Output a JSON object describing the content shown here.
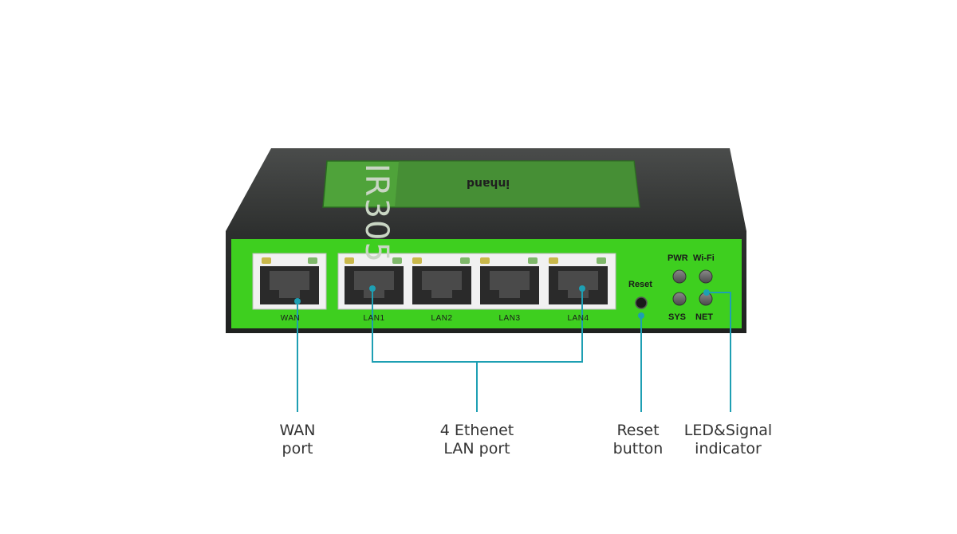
{
  "device": {
    "model": "IR305",
    "brand": "inhand"
  },
  "ports": [
    {
      "label": "WAN"
    },
    {
      "label": "LAN1"
    },
    {
      "label": "LAN2"
    },
    {
      "label": "LAN3"
    },
    {
      "label": "LAN4"
    }
  ],
  "reset_label": "Reset",
  "leds": {
    "pwr": "PWR",
    "wifi": "Wi-Fi",
    "sys": "SYS",
    "net": "NET"
  },
  "callouts": {
    "wan": {
      "line1": "WAN",
      "line2": "port"
    },
    "lan": {
      "line1": "4 Ethenet",
      "line2": "LAN port"
    },
    "reset": {
      "line1": "Reset",
      "line2": "button"
    },
    "led": {
      "line1": "LED&Signal",
      "line2": "indicator"
    }
  },
  "colors": {
    "panel_green": "#3ecf1f",
    "body_dark": "#3a3d3c",
    "callout_line": "#1e9fb3"
  }
}
